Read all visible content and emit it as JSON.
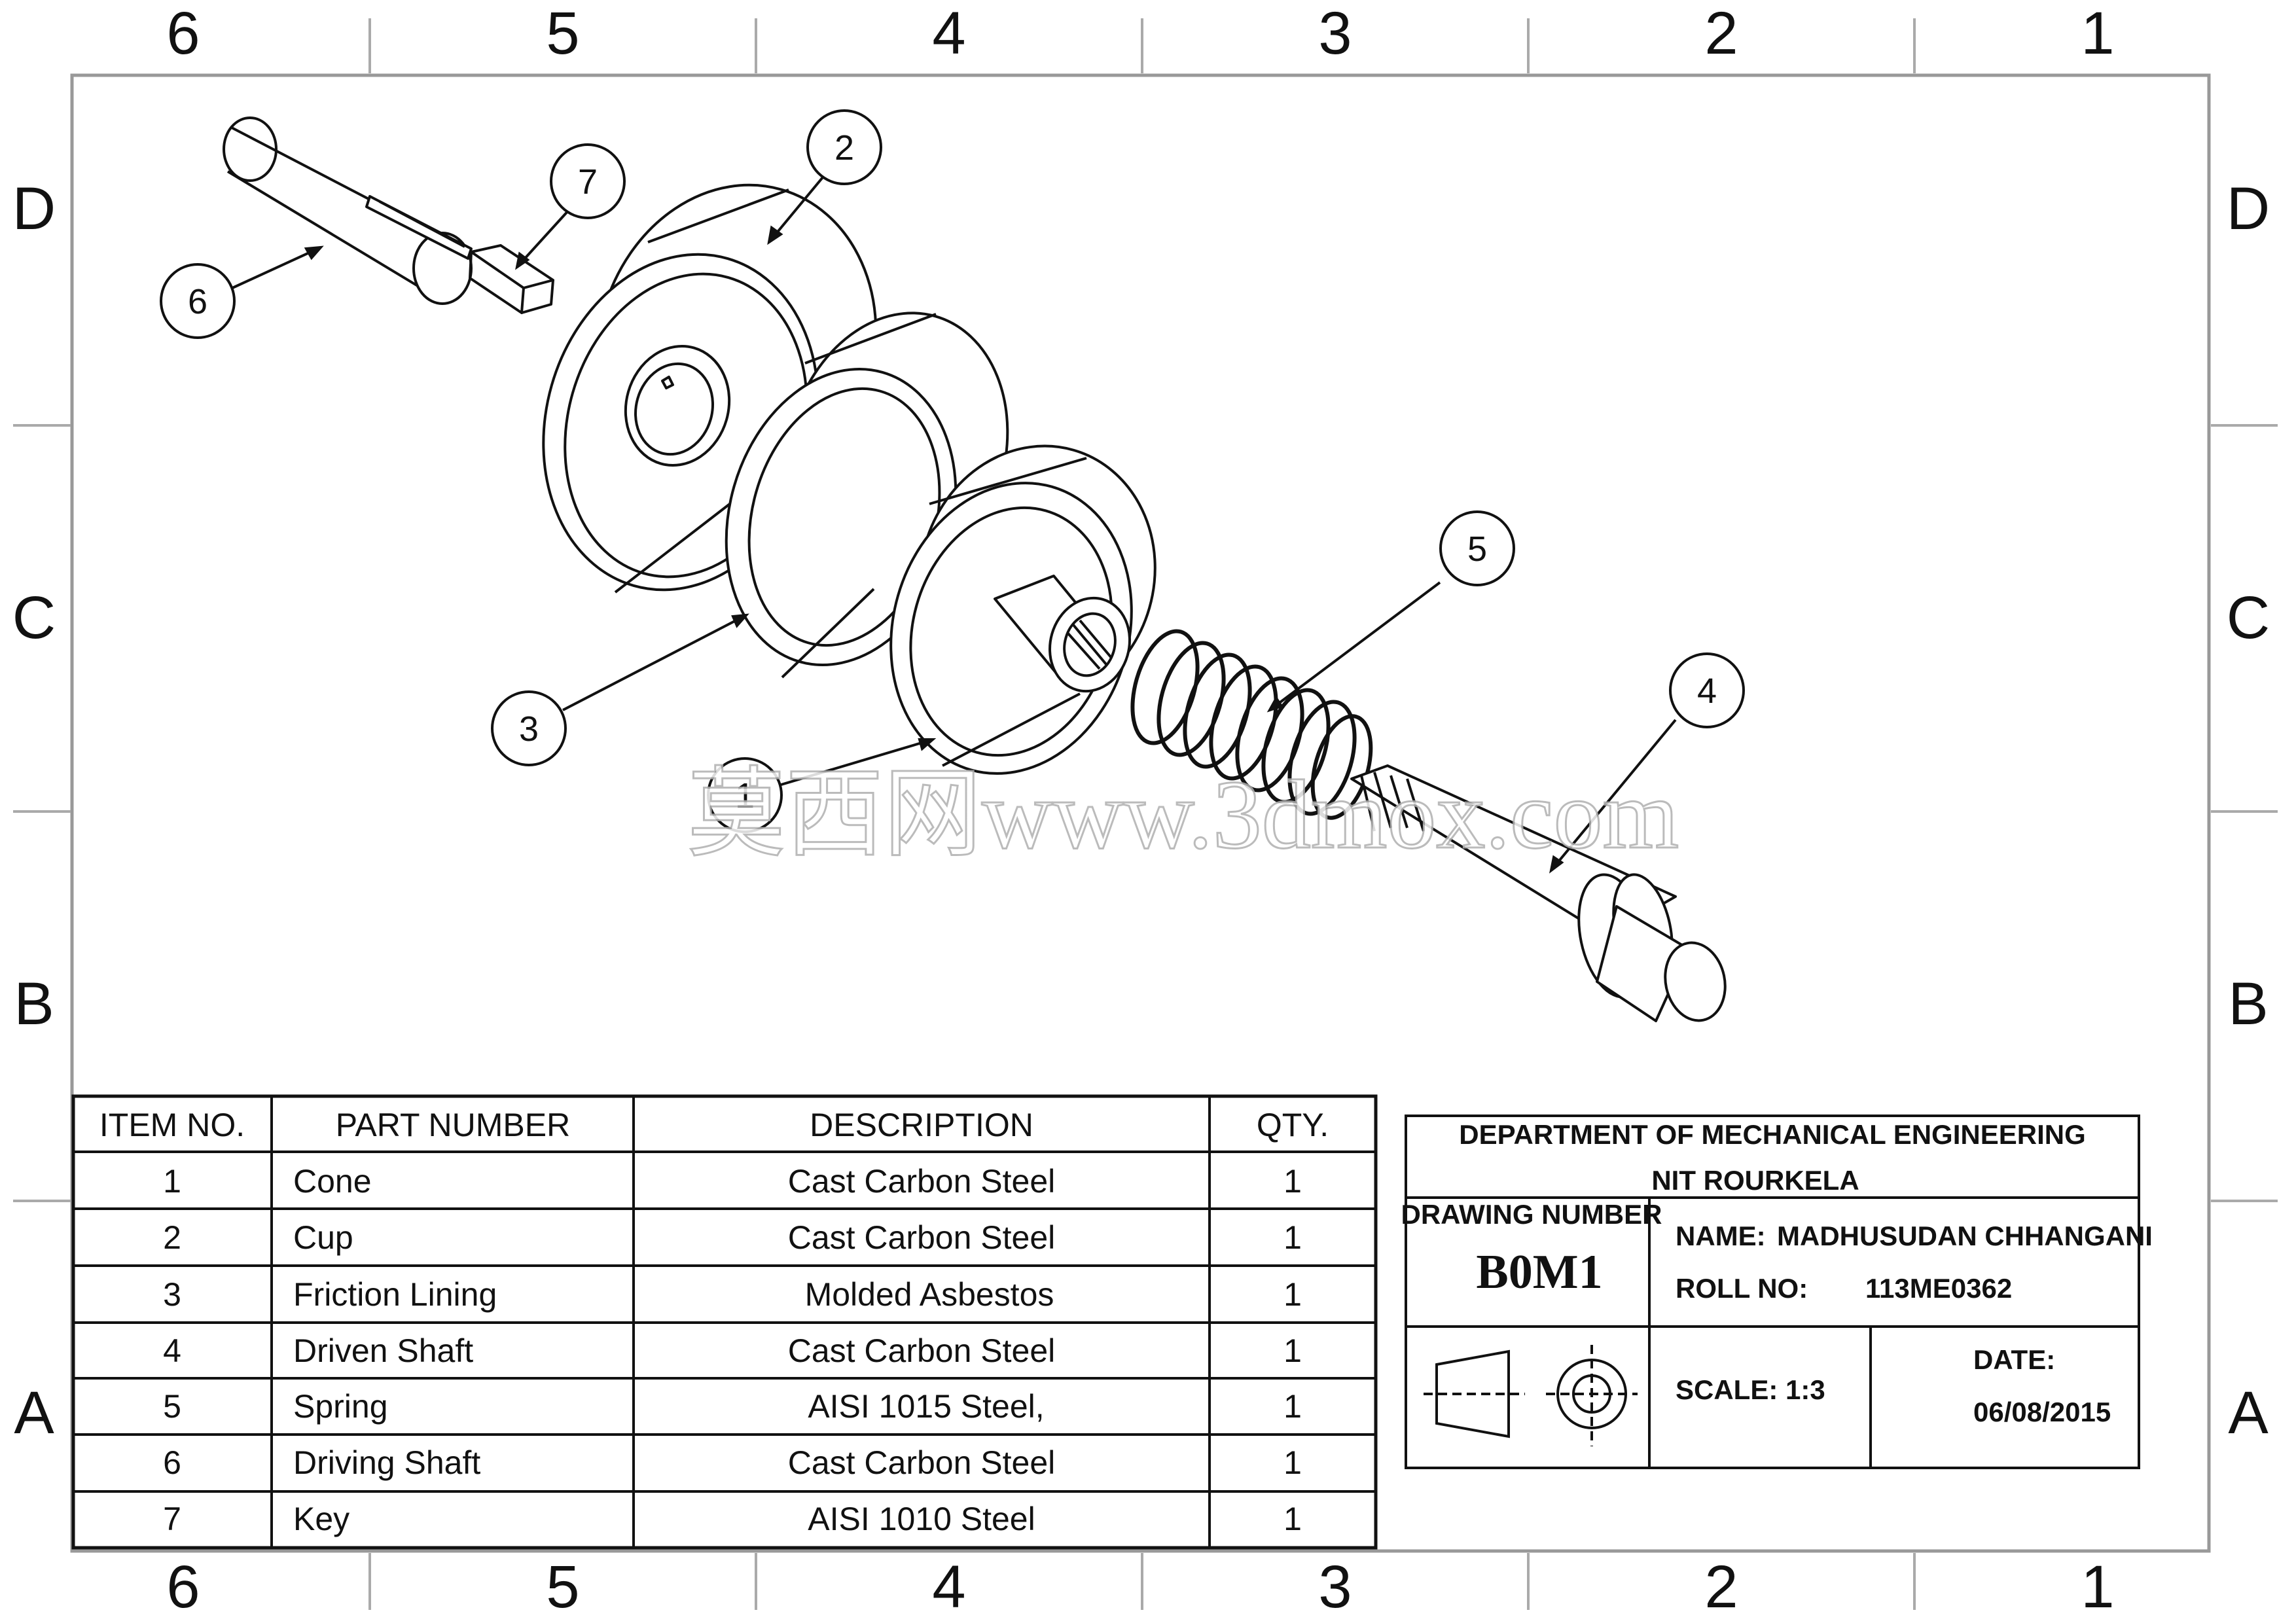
{
  "sheet": {
    "zones_top": [
      "6",
      "5",
      "4",
      "3",
      "2",
      "1"
    ],
    "zones_side": [
      "D",
      "C",
      "B",
      "A"
    ]
  },
  "balloons": [
    {
      "num": "1"
    },
    {
      "num": "2"
    },
    {
      "num": "3"
    },
    {
      "num": "4"
    },
    {
      "num": "5"
    },
    {
      "num": "6"
    },
    {
      "num": "7"
    }
  ],
  "bom": {
    "headers": [
      "ITEM NO.",
      "PART NUMBER",
      "DESCRIPTION",
      "QTY."
    ],
    "rows": [
      [
        "1",
        "Cone",
        "Cast Carbon Steel",
        "1"
      ],
      [
        "2",
        "Cup",
        "Cast Carbon Steel",
        "1"
      ],
      [
        "3",
        "Friction Lining",
        "Molded Asbestos",
        "1"
      ],
      [
        "4",
        "Driven Shaft",
        "Cast Carbon Steel",
        "1"
      ],
      [
        "5",
        "Spring",
        "AISI 1015 Steel,",
        "1"
      ],
      [
        "6",
        "Driving Shaft",
        "Cast Carbon Steel",
        "1"
      ],
      [
        "7",
        "Key",
        "AISI 1010 Steel",
        "1"
      ]
    ]
  },
  "title_block": {
    "department": "DEPARTMENT OF MECHANICAL ENGINEERING",
    "institute": "NIT ROURKELA",
    "drawing_number_label": "DRAWING NUMBER",
    "drawing_number": "B0M1",
    "name_label": "NAME:",
    "name": "MADHUSUDAN CHHANGANI",
    "roll_label": "ROLL NO:",
    "roll": "113ME0362",
    "scale": "SCALE: 1:3",
    "date_label": "DATE:",
    "date": "06/08/2015"
  },
  "watermark": "莫西网www.3dmox.com",
  "icons": [
    "third-angle-projection-icon"
  ]
}
